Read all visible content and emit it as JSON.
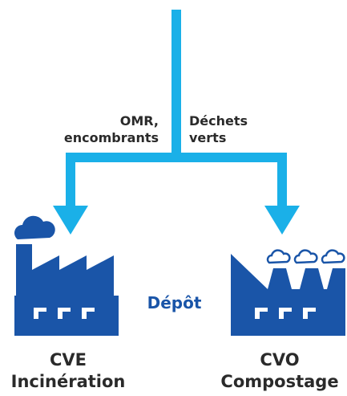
{
  "flow": {
    "left_label_line1": "OMR,",
    "left_label_line2": "encombrants",
    "right_label_line1": "Déchets",
    "right_label_line2": "verts"
  },
  "center_label": "Dépôt",
  "left_facility": {
    "code": "CVE",
    "name": "Incinération",
    "icon": "factory-with-cloud-icon"
  },
  "right_facility": {
    "code": "CVO",
    "name": "Compostage",
    "icon": "factory-with-smoke-icon"
  },
  "colors": {
    "arrow": "#1ab0e8",
    "factory": "#1a55a8",
    "text": "#2a2a2a"
  }
}
